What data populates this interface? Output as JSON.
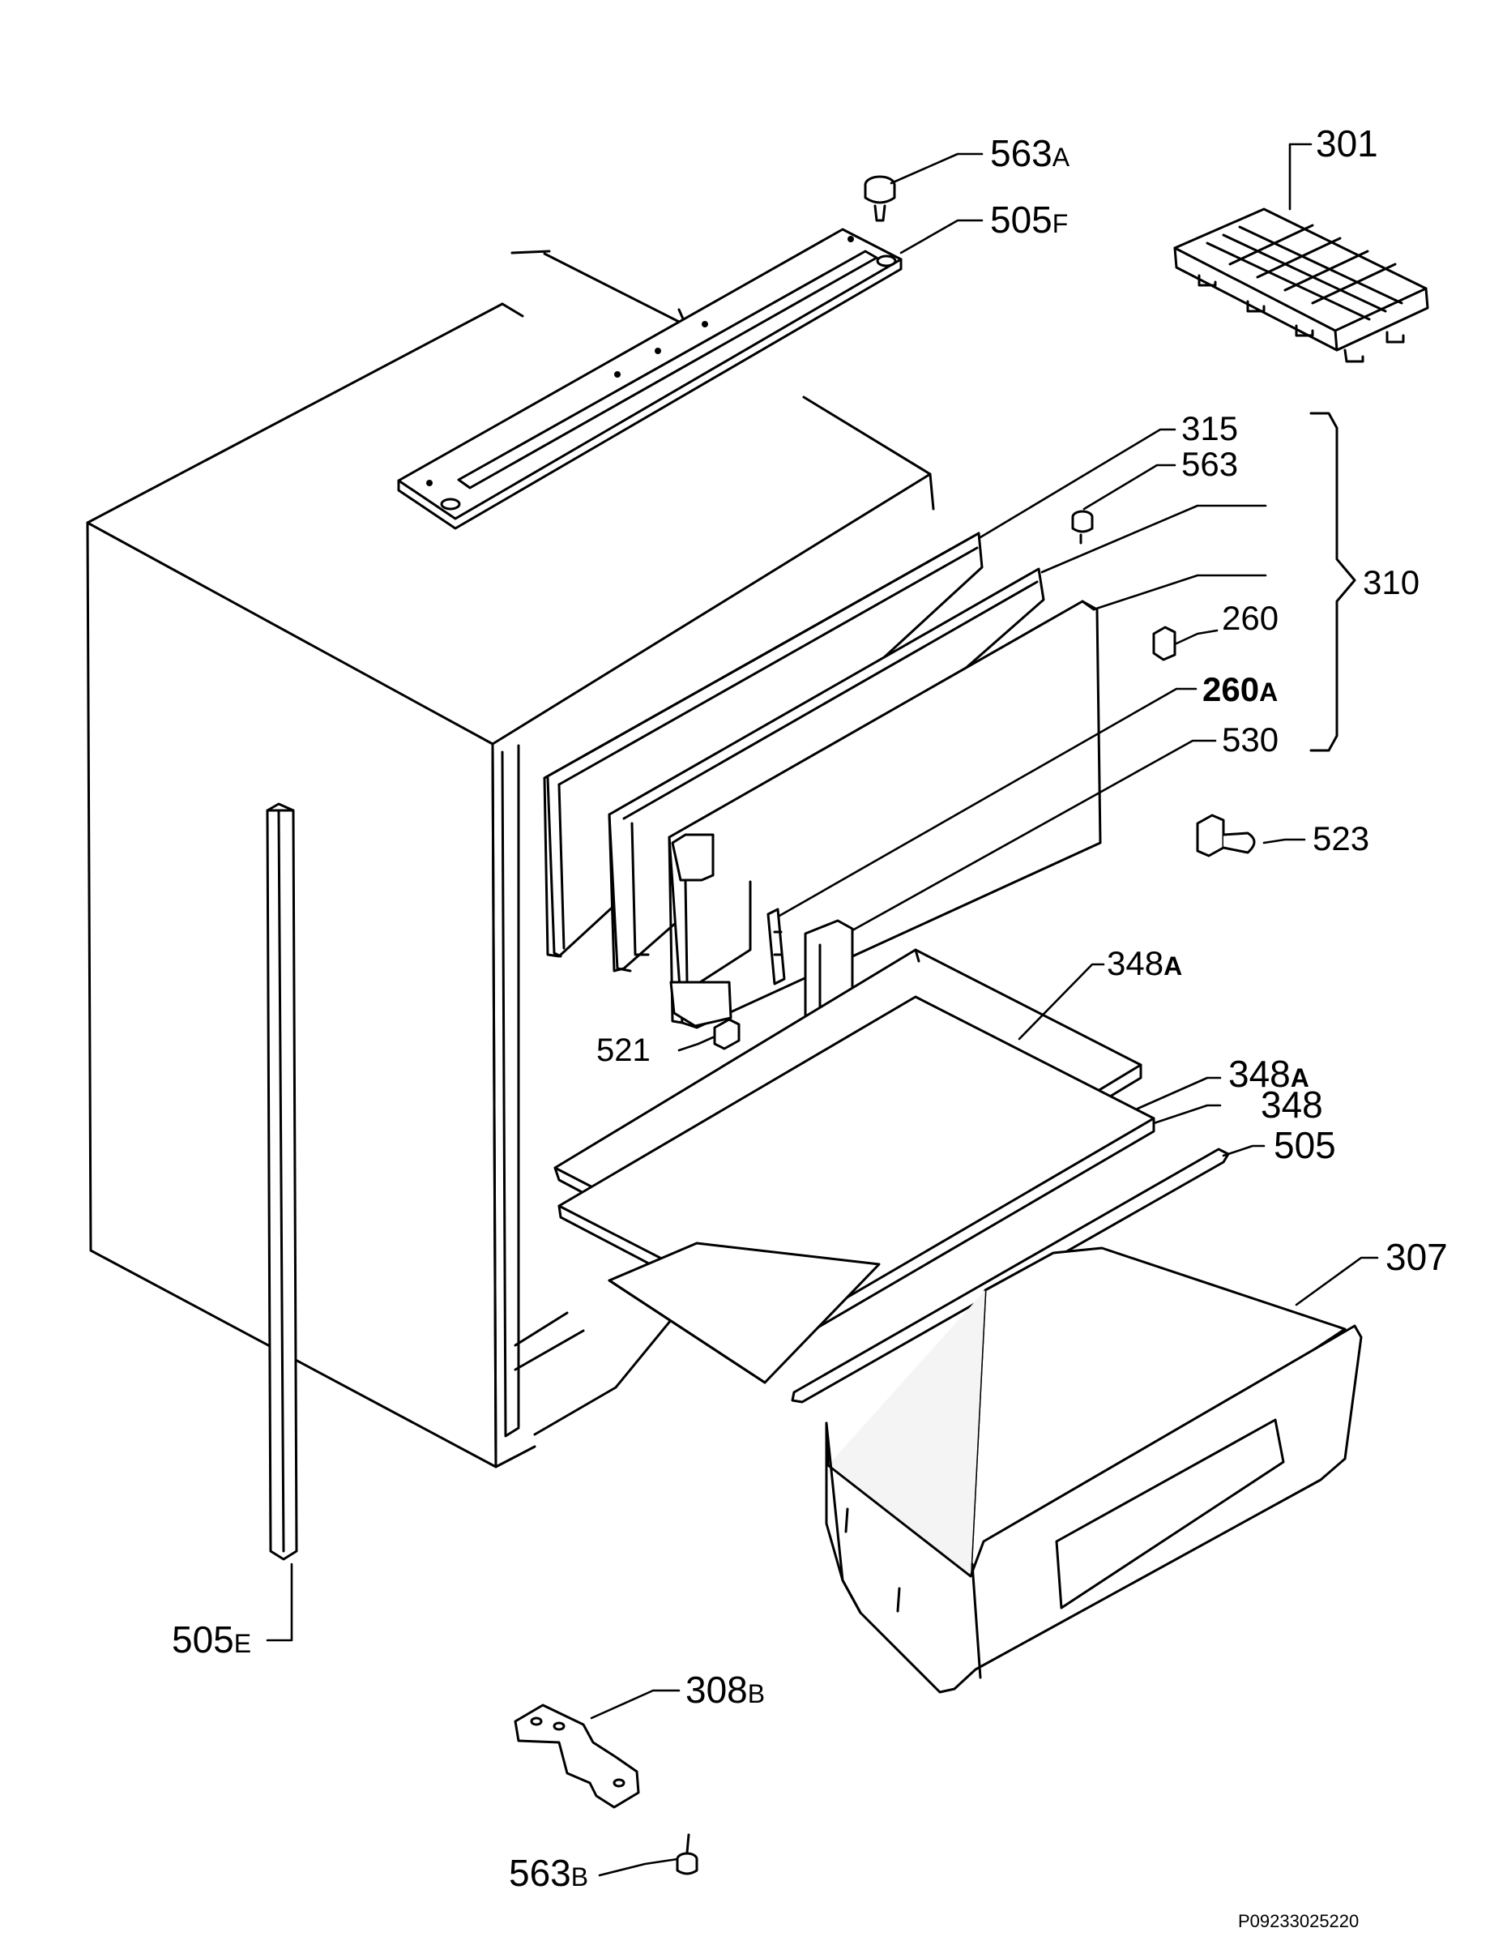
{
  "callouts": {
    "p563a": {
      "num": "563",
      "suffix": "A"
    },
    "p505f": {
      "num": "505",
      "suffix": "F"
    },
    "p301": {
      "num": "301",
      "suffix": ""
    },
    "p315": {
      "num": "315",
      "suffix": ""
    },
    "p563": {
      "num": "563",
      "suffix": ""
    },
    "p260": {
      "num": "260",
      "suffix": ""
    },
    "p260a": {
      "num": "260",
      "suffix": "A"
    },
    "p530": {
      "num": "530",
      "suffix": ""
    },
    "p310": {
      "num": "310",
      "suffix": ""
    },
    "p523": {
      "num": "523",
      "suffix": ""
    },
    "p348a_1": {
      "num": "348",
      "suffix": "A"
    },
    "p521": {
      "num": "521",
      "suffix": ""
    },
    "p348a_2": {
      "num": "348",
      "suffix": "A"
    },
    "p348": {
      "num": "348",
      "suffix": ""
    },
    "p505": {
      "num": "505",
      "suffix": ""
    },
    "p307": {
      "num": "307",
      "suffix": ""
    },
    "p505e": {
      "num": "505",
      "suffix": "E"
    },
    "p308b": {
      "num": "308",
      "suffix": "B"
    },
    "p563b": {
      "num": "563",
      "suffix": "B"
    }
  },
  "document_id": "P09233025220"
}
